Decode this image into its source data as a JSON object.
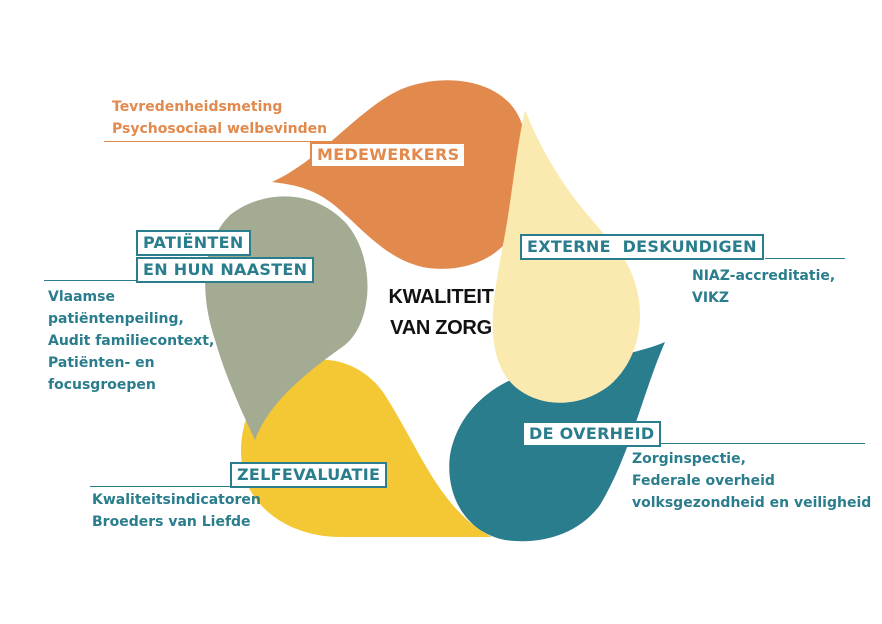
{
  "center": {
    "line1": "KWALITEIT",
    "line2": "VAN ZORG"
  },
  "colors": {
    "medewerkers": "#e28a4d",
    "externe_deskundigen": "#fbeab0",
    "overheid": "#2a7d8c",
    "zelfevaluatie": "#f4c835",
    "patienten": "#a3ab93",
    "label_teal": "#2a7d8c",
    "label_orange": "#e28a4d"
  },
  "medewerkers": {
    "label": "MEDEWERKERS",
    "items": [
      "Tevredenheidsmeting",
      "Psychosociaal welbevinden"
    ]
  },
  "externe_deskundigen": {
    "label": "EXTERNE  DESKUNDIGEN",
    "items": [
      "NIAZ-accreditatie,",
      "VIKZ"
    ]
  },
  "overheid": {
    "label": "DE OVERHEID",
    "items": [
      "Zorginspectie,",
      "Federale overheid",
      "volksgezondheid en veiligheid"
    ]
  },
  "zelfevaluatie": {
    "label": "ZELFEVALUATIE",
    "items": [
      "Kwaliteitsindicatoren",
      "Broeders van Liefde"
    ]
  },
  "patienten": {
    "label_line1": "PATIËNTEN",
    "label_line2": "EN HUN NAASTEN",
    "items": [
      "Vlaamse",
      "patiëntenpeiling,",
      "Audit familiecontext,",
      "Patiënten- en",
      "focusgroepen"
    ]
  }
}
